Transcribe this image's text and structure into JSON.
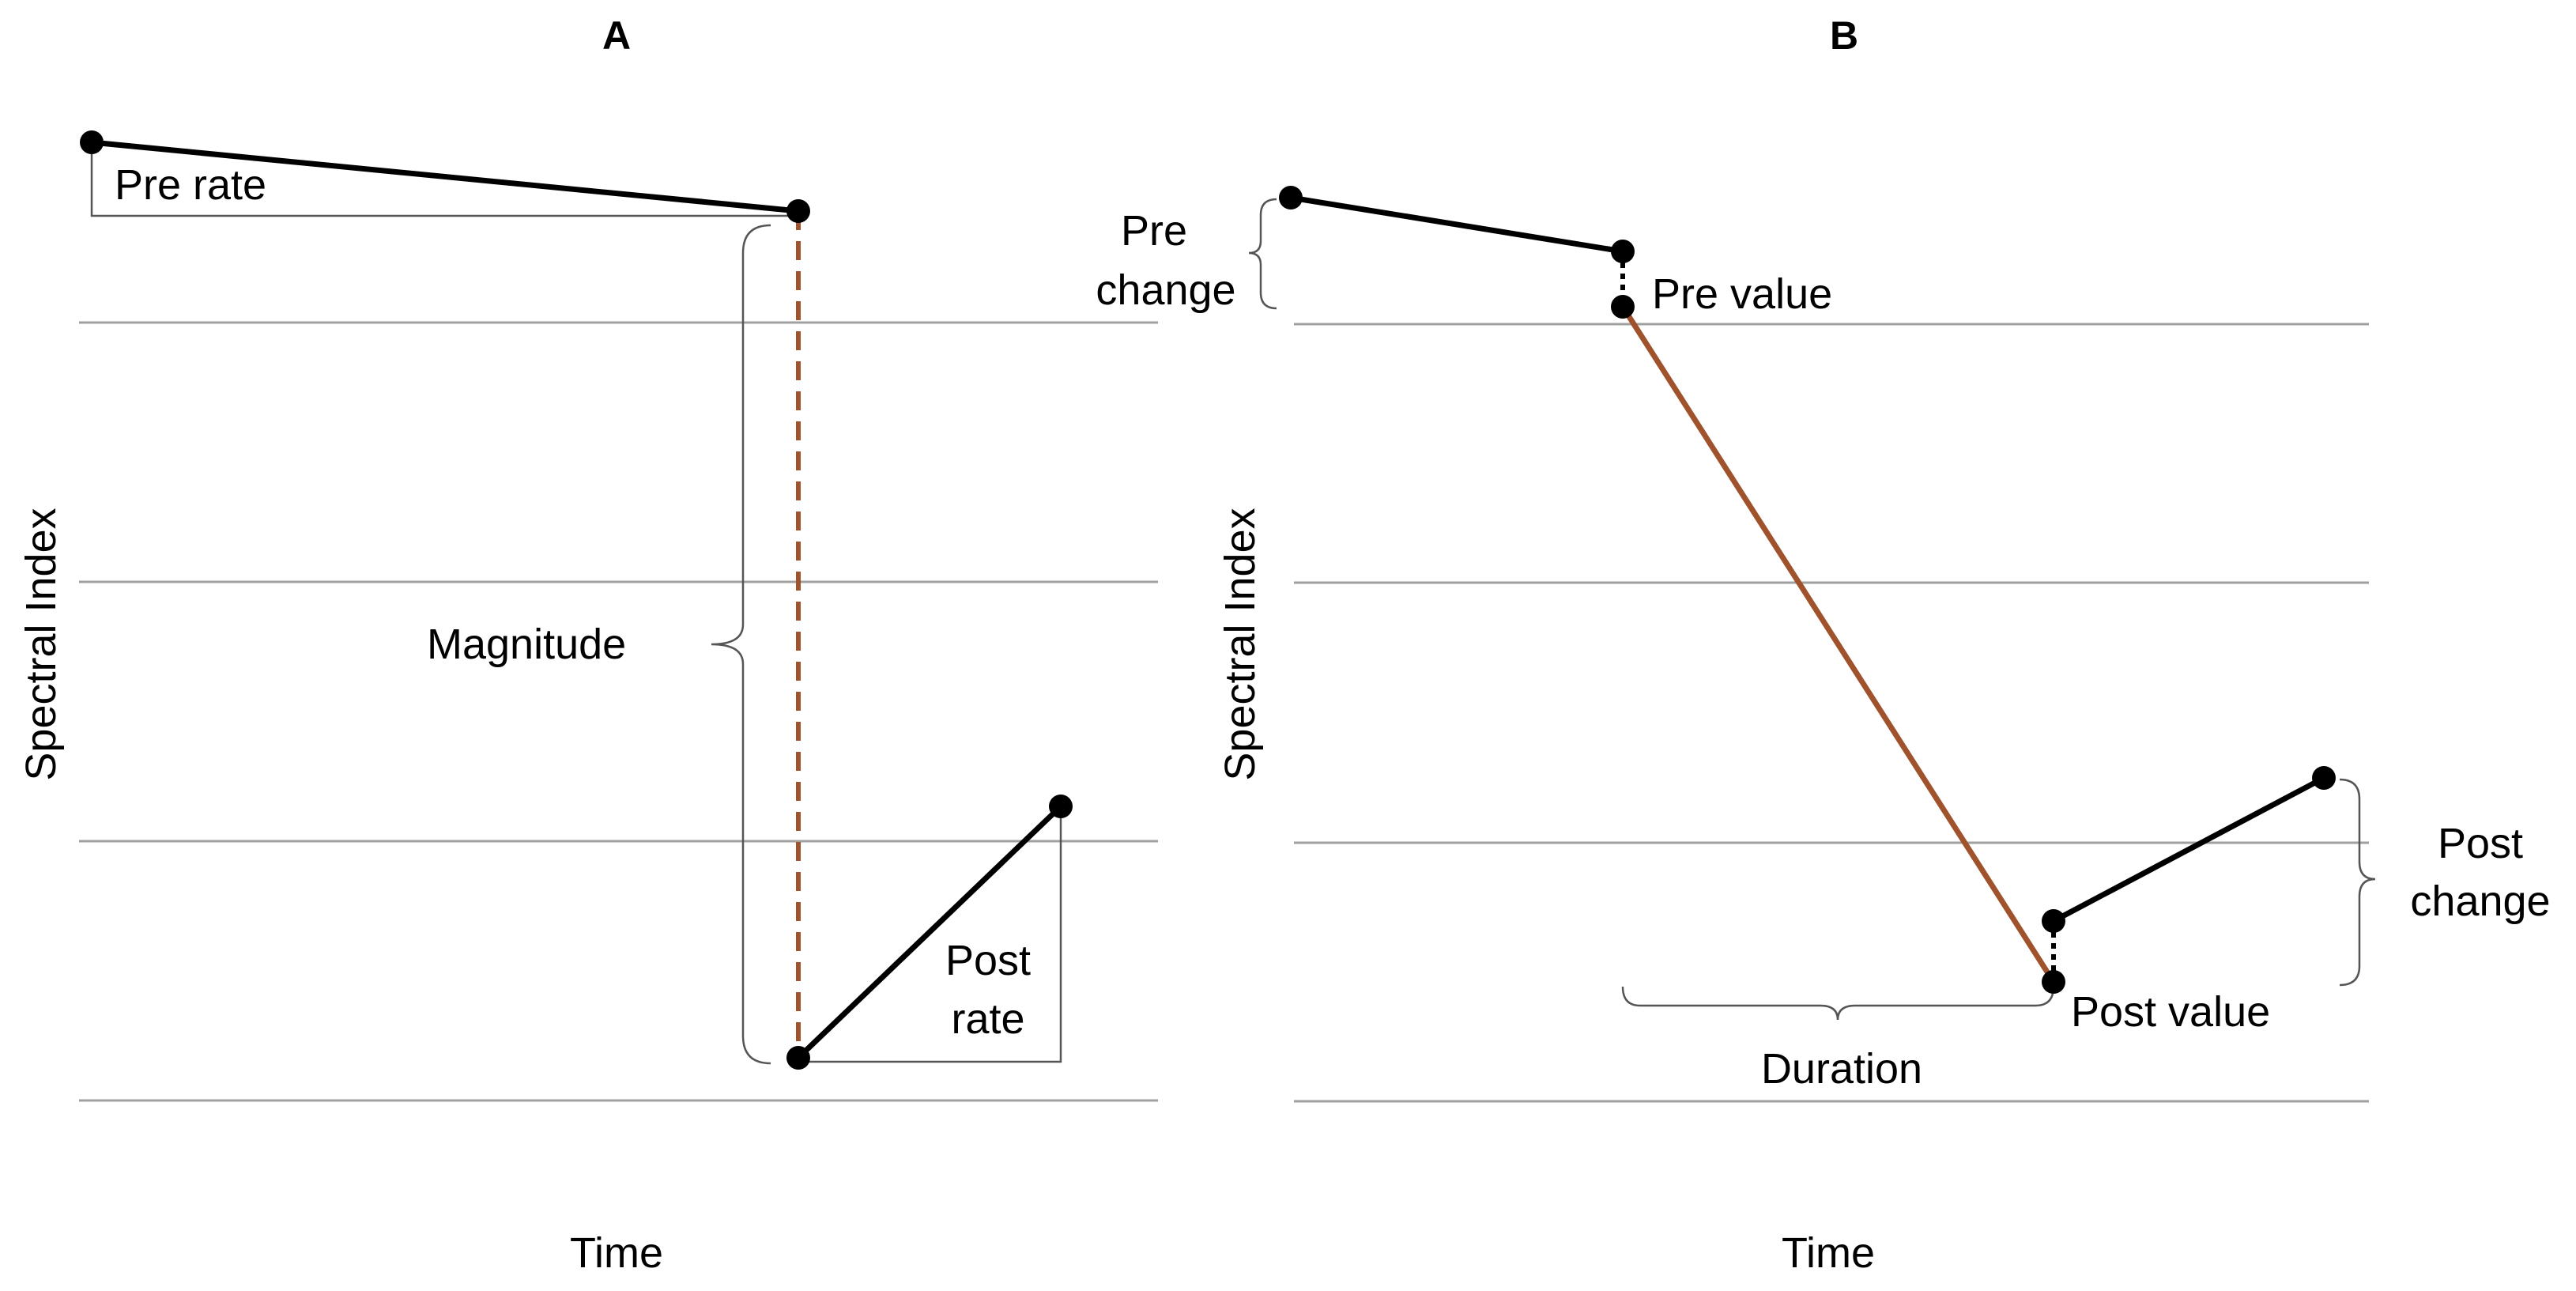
{
  "panels": [
    {
      "letter": "A",
      "y_label": "Spectral Index",
      "x_label": "Time",
      "annotations": {
        "pre_rate": "Pre rate",
        "magnitude": "Magnitude",
        "post_rate_line1": "Post",
        "post_rate_line2": "rate"
      }
    },
    {
      "letter": "B",
      "y_label": "Spectral Index",
      "x_label": "Time",
      "annotations": {
        "pre_change_line1": "Pre",
        "pre_change_line2": "change",
        "pre_value": "Pre value",
        "post_change_line1": "Post",
        "post_change_line2": "change",
        "post_value": "Post value",
        "duration": "Duration"
      }
    }
  ],
  "colors": {
    "trajectory": "#000000",
    "change_segment": "#a0522d",
    "gridline": "#a0a0a0",
    "bracket": "#555555"
  }
}
